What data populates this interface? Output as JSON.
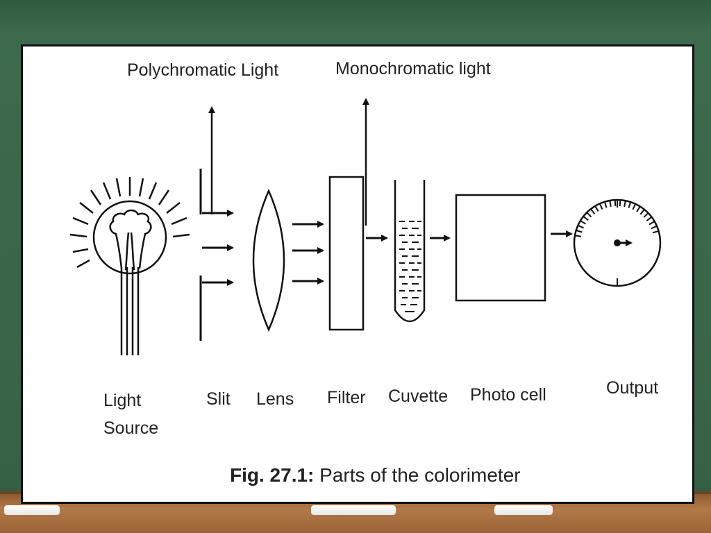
{
  "figure": {
    "caption_number": "Fig. 27.1:",
    "caption_text": "Parts of the colorimeter"
  },
  "annotations": {
    "polychromatic": "Polychromatic Light",
    "monochromatic": "Monochromatic light"
  },
  "components": {
    "light_source_line1": "Light",
    "light_source_line2": "Source",
    "slit": "Slit",
    "lens": "Lens",
    "filter": "Filter",
    "cuvette": "Cuvette",
    "photo_cell": "Photo cell",
    "output": "Output"
  }
}
